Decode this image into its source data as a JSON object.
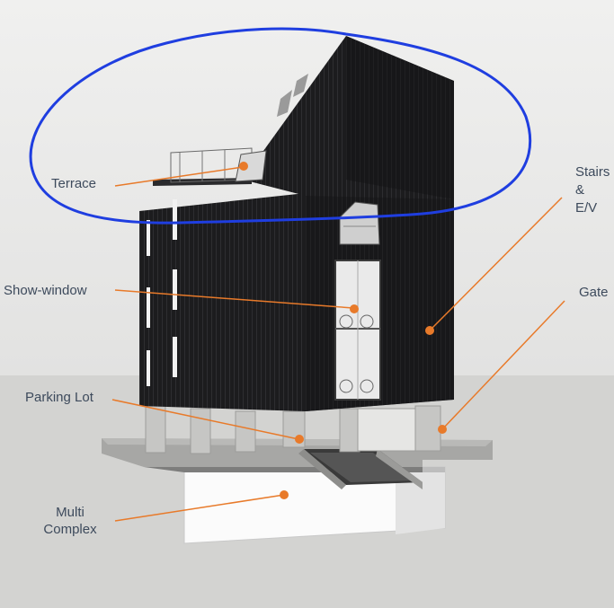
{
  "labels": {
    "terrace": "Terrace",
    "stairs_line1": "Stairs",
    "stairs_line2": "&",
    "stairs_line3": "E/V",
    "show_window": "Show-window",
    "gate": "Gate",
    "parking_lot": "Parking Lot",
    "multi_line1": "Multi",
    "multi_line2": "Complex"
  },
  "colors": {
    "callout": "#e87a2a",
    "highlight": "#1f3ee0",
    "facade": "#1b1b1d",
    "sky": "#e9e9e8",
    "ground": "#d3d3d1",
    "label_text": "#3d4a5c"
  }
}
